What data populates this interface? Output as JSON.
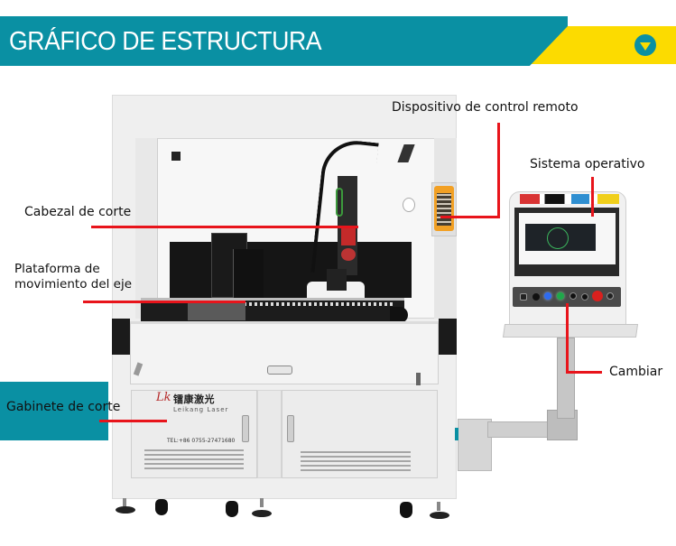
{
  "header": {
    "title": "GRÁFICO DE ESTRUCTURA",
    "icon": "chevron-down-circle-icon",
    "colors": {
      "teal": "#0a90a3",
      "yellow": "#fcdb00"
    }
  },
  "machine": {
    "brand_cn": "镭康激光",
    "brand_en": "Leikang Laser",
    "brand_logo": "Lk",
    "tel": "TEL:+86 0755-27471680"
  },
  "callouts": {
    "remote_control": "Dispositivo de control remoto",
    "operating_system": "Sistema operativo",
    "cutting_head": "Cabezal de corte",
    "axis_platform_line1": "Plataforma de",
    "axis_platform_line2": "movimiento del eje",
    "switch": "Cambiar",
    "cutting_cabinet": "Gabinete de corte",
    "leader_color": "#e8141b"
  }
}
